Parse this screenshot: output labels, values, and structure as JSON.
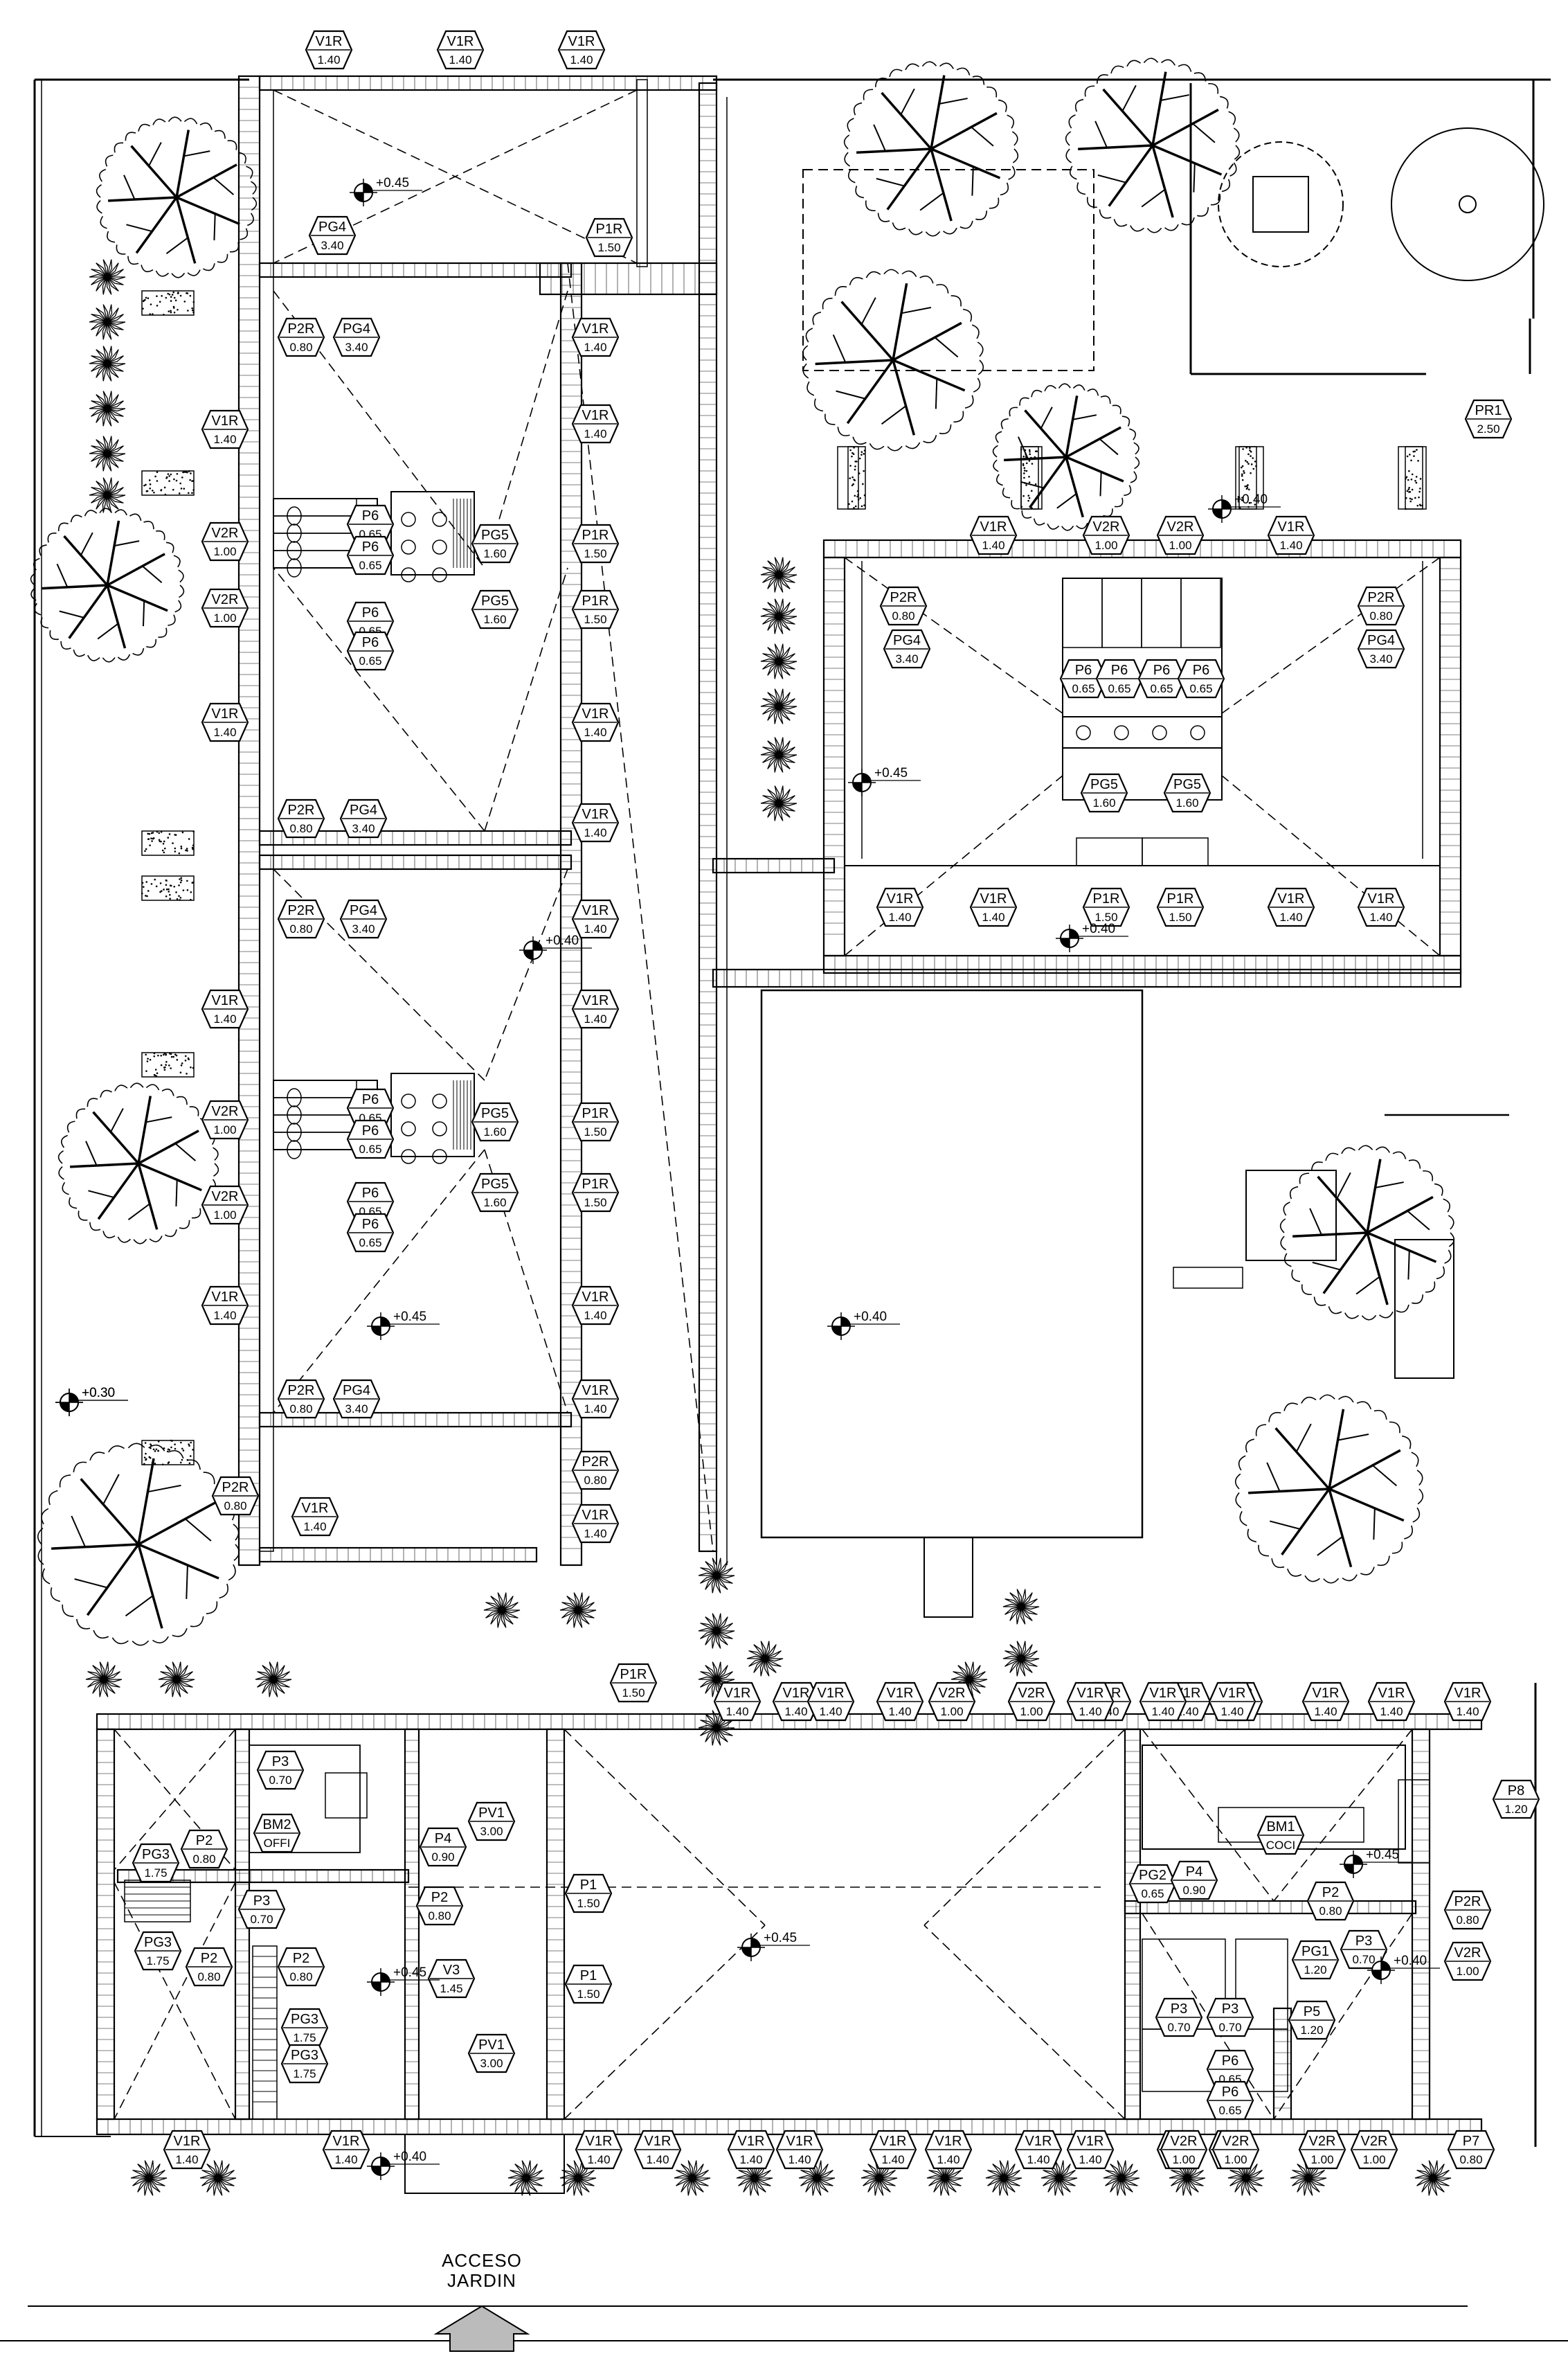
{
  "drawing": {
    "access_label_line1": "ACCESO",
    "access_label_line2": "JARDIN"
  },
  "levels": [
    "+0.45",
    "+0.30",
    "+0.40",
    "+0.45",
    "+0.40",
    "+0.40",
    "+0.45",
    "+0.30",
    "+0.45",
    "+0.45",
    "+0.40",
    "+0.40",
    "+0.45",
    "+0.40"
  ],
  "tags": [
    {
      "code": "V1R",
      "dim": "1.40"
    },
    {
      "code": "V1R",
      "dim": "1.40"
    },
    {
      "code": "V1R",
      "dim": "1.40"
    },
    {
      "code": "PG4",
      "dim": "3.40"
    },
    {
      "code": "P1R",
      "dim": "1.50"
    },
    {
      "code": "P2R",
      "dim": "0.80"
    },
    {
      "code": "PG4",
      "dim": "3.40"
    },
    {
      "code": "V1R",
      "dim": "1.40"
    },
    {
      "code": "V1R",
      "dim": "1.40"
    },
    {
      "code": "V1R",
      "dim": "1.40"
    },
    {
      "code": "V2R",
      "dim": "1.00"
    },
    {
      "code": "V2R",
      "dim": "1.00"
    },
    {
      "code": "P6",
      "dim": "0.65"
    },
    {
      "code": "P6",
      "dim": "0.65"
    },
    {
      "code": "P6",
      "dim": "0.65"
    },
    {
      "code": "P6",
      "dim": "0.65"
    },
    {
      "code": "PG5",
      "dim": "1.60"
    },
    {
      "code": "PG5",
      "dim": "1.60"
    },
    {
      "code": "P1R",
      "dim": "1.50"
    },
    {
      "code": "P1R",
      "dim": "1.50"
    },
    {
      "code": "V1R",
      "dim": "1.40"
    },
    {
      "code": "V1R",
      "dim": "1.40"
    },
    {
      "code": "P2R",
      "dim": "0.80"
    },
    {
      "code": "PG4",
      "dim": "3.40"
    },
    {
      "code": "V1R",
      "dim": "1.40"
    },
    {
      "code": "P2R",
      "dim": "0.80"
    },
    {
      "code": "PG4",
      "dim": "3.40"
    },
    {
      "code": "V1R",
      "dim": "1.40"
    },
    {
      "code": "V1R",
      "dim": "1.40"
    },
    {
      "code": "V1R",
      "dim": "1.40"
    },
    {
      "code": "V2R",
      "dim": "1.00"
    },
    {
      "code": "V2R",
      "dim": "1.00"
    },
    {
      "code": "P6",
      "dim": "0.65"
    },
    {
      "code": "P6",
      "dim": "0.65"
    },
    {
      "code": "P6",
      "dim": "0.65"
    },
    {
      "code": "P6",
      "dim": "0.65"
    },
    {
      "code": "PG5",
      "dim": "1.60"
    },
    {
      "code": "PG5",
      "dim": "1.60"
    },
    {
      "code": "P1R",
      "dim": "1.50"
    },
    {
      "code": "P1R",
      "dim": "1.50"
    },
    {
      "code": "V1R",
      "dim": "1.40"
    },
    {
      "code": "V1R",
      "dim": "1.40"
    },
    {
      "code": "P2R",
      "dim": "0.80"
    },
    {
      "code": "PG4",
      "dim": "3.40"
    },
    {
      "code": "V1R",
      "dim": "1.40"
    },
    {
      "code": "P2R",
      "dim": "0.80"
    },
    {
      "code": "V1R",
      "dim": "1.40"
    },
    {
      "code": "V1R",
      "dim": "1.40"
    },
    {
      "code": "P2R",
      "dim": "0.80"
    },
    {
      "code": "PR1",
      "dim": "2.50"
    },
    {
      "code": "V1R",
      "dim": "1.40"
    },
    {
      "code": "V2R",
      "dim": "1.00"
    },
    {
      "code": "V2R",
      "dim": "1.00"
    },
    {
      "code": "V1R",
      "dim": "1.40"
    },
    {
      "code": "P2R",
      "dim": "0.80"
    },
    {
      "code": "PG4",
      "dim": "3.40"
    },
    {
      "code": "P2R",
      "dim": "0.80"
    },
    {
      "code": "PG4",
      "dim": "3.40"
    },
    {
      "code": "P6",
      "dim": "0.65"
    },
    {
      "code": "P6",
      "dim": "0.65"
    },
    {
      "code": "P6",
      "dim": "0.65"
    },
    {
      "code": "P6",
      "dim": "0.65"
    },
    {
      "code": "PG5",
      "dim": "1.60"
    },
    {
      "code": "PG5",
      "dim": "1.60"
    },
    {
      "code": "V1R",
      "dim": "1.40"
    },
    {
      "code": "V1R",
      "dim": "1.40"
    },
    {
      "code": "P1R",
      "dim": "1.50"
    },
    {
      "code": "P1R",
      "dim": "1.50"
    },
    {
      "code": "V1R",
      "dim": "1.40"
    },
    {
      "code": "V1R",
      "dim": "1.40"
    },
    {
      "code": "V1R",
      "dim": "1.40"
    },
    {
      "code": "V1R",
      "dim": "1.40"
    },
    {
      "code": "V1R",
      "dim": "1.40"
    },
    {
      "code": "V2R",
      "dim": "1.00"
    },
    {
      "code": "V2R",
      "dim": "1.00"
    },
    {
      "code": "P1R",
      "dim": "1.50"
    },
    {
      "code": "V1R",
      "dim": "1.40"
    },
    {
      "code": "V1R",
      "dim": "1.40"
    },
    {
      "code": "V1R",
      "dim": "1.40"
    },
    {
      "code": "V1R",
      "dim": "1.40"
    },
    {
      "code": "V1R",
      "dim": "1.40"
    },
    {
      "code": "V1R",
      "dim": "1.40"
    },
    {
      "code": "V1R",
      "dim": "1.40"
    },
    {
      "code": "V1R",
      "dim": "1.40"
    },
    {
      "code": "V1R",
      "dim": "1.40"
    },
    {
      "code": "V1R",
      "dim": "1.40"
    },
    {
      "code": "P3",
      "dim": "0.70"
    },
    {
      "code": "BM2",
      "dim": "OFFI"
    },
    {
      "code": "PG3",
      "dim": "1.75"
    },
    {
      "code": "P2",
      "dim": "0.80"
    },
    {
      "code": "P3",
      "dim": "0.70"
    },
    {
      "code": "PV1",
      "dim": "3.00"
    },
    {
      "code": "P4",
      "dim": "0.90"
    },
    {
      "code": "P2",
      "dim": "0.80"
    },
    {
      "code": "P1",
      "dim": "1.50"
    },
    {
      "code": "PG3",
      "dim": "1.75"
    },
    {
      "code": "P2",
      "dim": "0.80"
    },
    {
      "code": "P2",
      "dim": "0.80"
    },
    {
      "code": "V3",
      "dim": "1.45"
    },
    {
      "code": "P1",
      "dim": "1.50"
    },
    {
      "code": "PG3",
      "dim": "1.75"
    },
    {
      "code": "PG3",
      "dim": "1.75"
    },
    {
      "code": "PV1",
      "dim": "3.00"
    },
    {
      "code": "P8",
      "dim": "1.20"
    },
    {
      "code": "BM1",
      "dim": "COCI"
    },
    {
      "code": "PG2",
      "dim": "0.65"
    },
    {
      "code": "P4",
      "dim": "0.90"
    },
    {
      "code": "P2",
      "dim": "0.80"
    },
    {
      "code": "P2R",
      "dim": "0.80"
    },
    {
      "code": "P3",
      "dim": "0.70"
    },
    {
      "code": "PG1",
      "dim": "1.20"
    },
    {
      "code": "V2R",
      "dim": "1.00"
    },
    {
      "code": "P3",
      "dim": "0.70"
    },
    {
      "code": "P3",
      "dim": "0.70"
    },
    {
      "code": "P5",
      "dim": "1.20"
    },
    {
      "code": "P6",
      "dim": "0.65"
    },
    {
      "code": "P6",
      "dim": "0.65"
    },
    {
      "code": "V1R",
      "dim": "1.40"
    },
    {
      "code": "V1R",
      "dim": "1.40"
    },
    {
      "code": "V1R",
      "dim": "1.40"
    },
    {
      "code": "V1R",
      "dim": "1.40"
    },
    {
      "code": "V1R",
      "dim": "1.40"
    },
    {
      "code": "V1R",
      "dim": "1.40"
    },
    {
      "code": "V1R",
      "dim": "1.40"
    },
    {
      "code": "V1R",
      "dim": "1.40"
    },
    {
      "code": "V1R",
      "dim": "1.40"
    },
    {
      "code": "V1R",
      "dim": "1.40"
    },
    {
      "code": "V1R",
      "dim": "1.40"
    },
    {
      "code": "V1R",
      "dim": "1.40"
    },
    {
      "code": "V2R",
      "dim": "1.00"
    },
    {
      "code": "V2R",
      "dim": "1.00"
    },
    {
      "code": "V2R",
      "dim": "1.00"
    },
    {
      "code": "V2R",
      "dim": "1.00"
    },
    {
      "code": "P7",
      "dim": "0.80"
    }
  ],
  "icons": {
    "tree": "tree-icon",
    "shrub": "shrub-icon",
    "level_marker": "level-marker-icon",
    "entry_arrow": "entry-arrow-icon"
  }
}
